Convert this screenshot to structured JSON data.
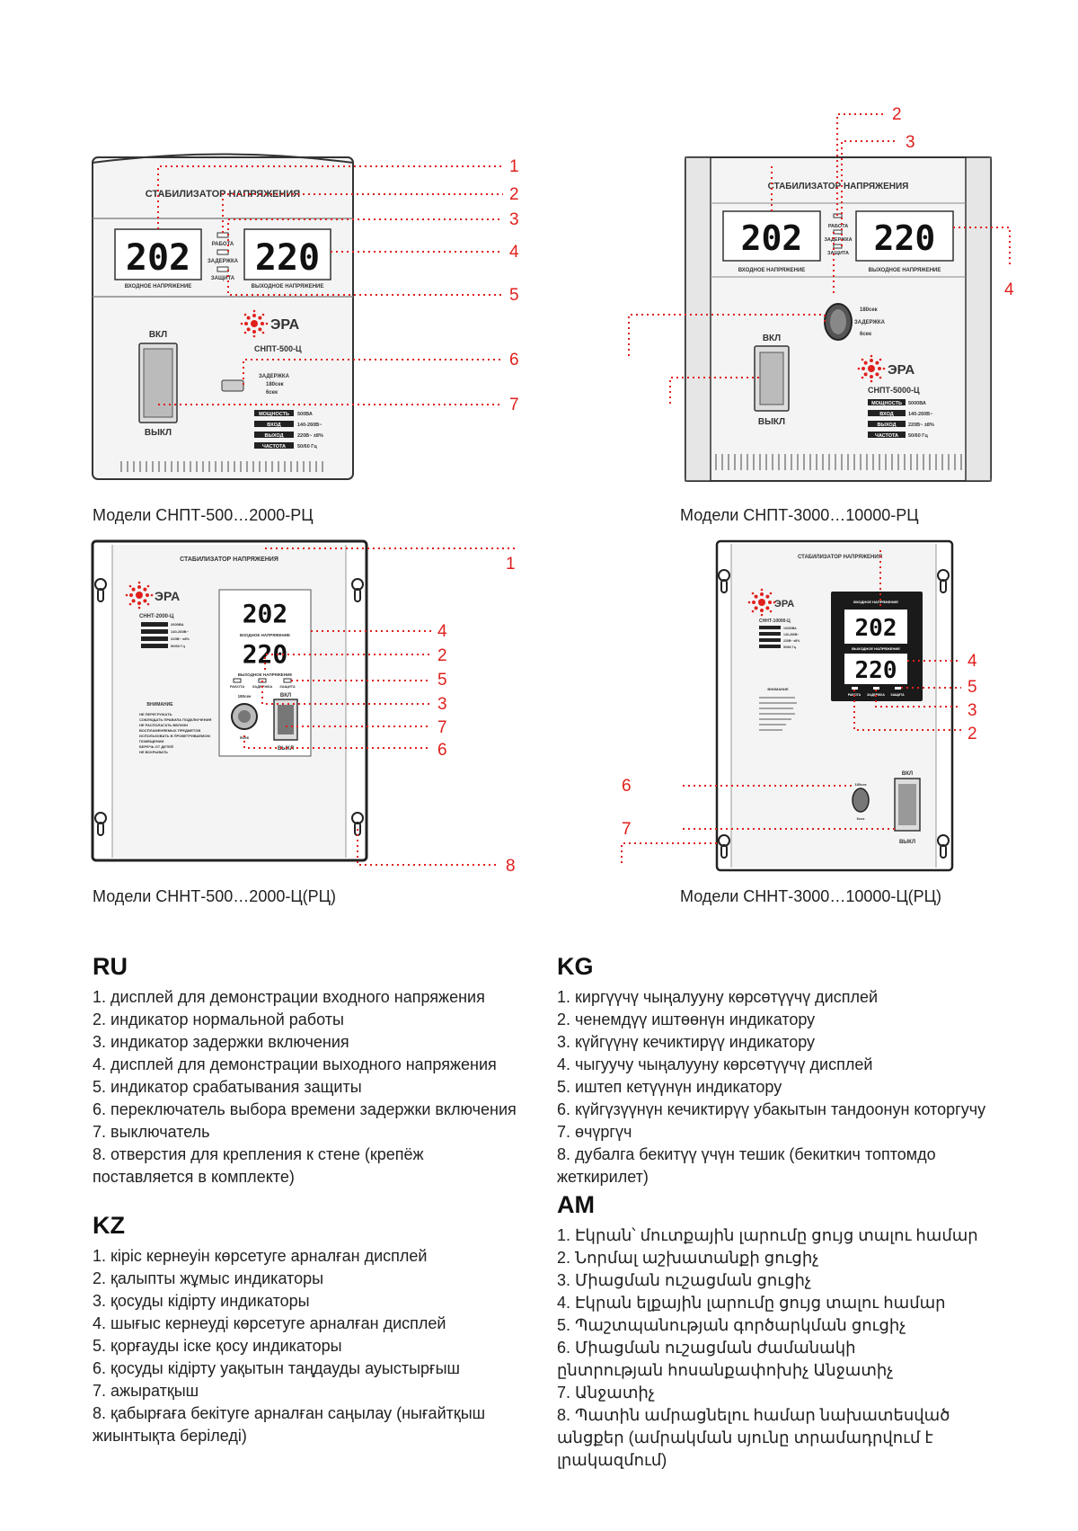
{
  "devices": {
    "d1": {
      "title": "СТАБИЛИЗАТОР НАПРЯЖЕНИЯ",
      "display_in": "202",
      "display_out": "220",
      "label_in": "ВХОДНОЕ НАПРЯЖЕНИЕ",
      "label_out": "ВЫХОДНОЕ НАПРЯЖЕНИЕ",
      "ind_work": "РАБОТА",
      "ind_delay": "ЗАДЕРЖКА",
      "ind_protect": "ЗАЩИТА",
      "brand": "ЭРА",
      "model": "СНПТ-500-Ц",
      "switch_on": "ВКЛ",
      "switch_off": "ВЫКЛ",
      "delay_label": "ЗАДЕРЖКА",
      "delay_long": "180сек",
      "delay_short": "6сек",
      "specs": [
        {
          "k": "МОЩНОСТЬ",
          "v": "500ВА"
        },
        {
          "k": "ВХОД",
          "v": "140-260В~"
        },
        {
          "k": "ВЫХОД",
          "v": "220В~ ±8%"
        },
        {
          "k": "ЧАСТОТА",
          "v": "50/60 Гц"
        }
      ],
      "caption": "Модели СНПТ-500…2000-РЦ"
    },
    "d2": {
      "title": "СТАБИЛИЗАТОР НАПРЯЖЕНИЯ",
      "display_in": "202",
      "display_out": "220",
      "label_in": "ВХОДНОЕ НАПРЯЖЕНИЕ",
      "label_out": "ВЫХОДНОЕ НАПРЯЖЕНИЕ",
      "ind_work": "РАБОТА",
      "ind_delay": "ЗАДЕРЖКА",
      "ind_protect": "ЗАЩИТА",
      "brand": "ЭРА",
      "model": "СНПТ-5000-Ц",
      "switch_on": "ВКЛ",
      "switch_off": "ВЫКЛ",
      "delay_label": "ЗАДЕРЖКА",
      "delay_long": "180сек",
      "delay_short": "6сек",
      "specs": [
        {
          "k": "МОЩНОСТЬ",
          "v": "5000ВА"
        },
        {
          "k": "ВХОД",
          "v": "140-260В~"
        },
        {
          "k": "ВЫХОД",
          "v": "220В~ ±8%"
        },
        {
          "k": "ЧАСТОТА",
          "v": "50/60 Гц"
        }
      ],
      "caption": "Модели СНПТ-3000…10000-РЦ"
    },
    "d3": {
      "title": "СТАБИЛИЗАТОР НАПРЯЖЕНИЯ",
      "display_in": "202",
      "display_out": "220",
      "label_in": "ВХОДНОЕ НАПРЯЖЕНИЕ",
      "label_out": "ВЫХОДНОЕ НАПРЯЖЕНИЕ",
      "ind_work": "РАБОТА",
      "ind_delay": "ЗАДЕРЖКА",
      "ind_protect": "ЗАЩИТА",
      "brand": "ЭРА",
      "model": "СННТ-2000-Ц",
      "switch_on": "ВКЛ",
      "switch_off": "ВЫКЛ",
      "delay_long": "180сек",
      "delay_short": "6сек",
      "warning": "ВНИМАНИЕ",
      "specs": [
        {
          "k": "МОЩНОСТЬ",
          "v": "2000ВА"
        },
        {
          "k": "ВХОД",
          "v": "140-260В~"
        },
        {
          "k": "ВЫХОД",
          "v": "220В~ ±8%"
        },
        {
          "k": "ЧАСТОТА",
          "v": "50/60 Гц"
        }
      ],
      "warnings": [
        "НЕ ПЕРЕГРУЖАТЬ",
        "СОБЛЮДАТЬ ПРАВИЛА ПОДКЛЮЧЕНИЯ",
        "НЕ РАСПОЛАГАТЬ ВБЛИЗИ",
        "ВОСПЛАМЕНЯЕМЫХ ПРЕДМЕТОВ",
        "ИСПОЛЬЗОВАТЬ В ПРОВЕТРИВАЕМОМ",
        "ПОМЕЩЕНИИ",
        "БЕРЕЧЬ ОТ ДЕТЕЙ",
        "НЕ ВСКРЫВАТЬ"
      ],
      "caption": "Модели СННТ-500…2000-Ц(РЦ)"
    },
    "d4": {
      "title": "СТАБИЛИЗАТОР НАПРЯЖЕНИЯ",
      "display_in": "202",
      "display_out": "220",
      "label_in": "ВХОДНОЕ НАПРЯЖЕНИЕ",
      "label_out": "ВЫХОДНОЕ НАПРЯЖЕНИЕ",
      "ind_work": "РАБОТА",
      "ind_delay": "ЗАДЕРЖКА",
      "ind_protect": "ЗАЩИТА",
      "brand": "ЭРА",
      "model": "СННТ-10000-Ц",
      "switch_on": "ВКЛ",
      "switch_off": "ВЫКЛ",
      "delay_long": "180сек",
      "delay_short": "6сек",
      "warning": "ВНИМАНИЕ",
      "specs": [
        {
          "k": "МОЩНОСТЬ",
          "v": "10000ВА"
        },
        {
          "k": "ВХОД",
          "v": "140-260В~"
        },
        {
          "k": "ВЫХОД",
          "v": "220В~ ±8%"
        },
        {
          "k": "ЧАСТОТА",
          "v": "50/60 Гц"
        }
      ],
      "caption": "Модели СННТ-3000…10000-Ц(РЦ)"
    }
  },
  "callouts": {
    "d1": [
      "1",
      "2",
      "3",
      "4",
      "5",
      "6",
      "7"
    ],
    "d2": [
      "2",
      "3",
      "4"
    ],
    "d3": [
      "1",
      "4",
      "2",
      "5",
      "3",
      "7",
      "6",
      "8"
    ],
    "d4": [
      "4",
      "5",
      "3",
      "2",
      "6",
      "7"
    ]
  },
  "legends": {
    "ru": {
      "code": "RU",
      "items": [
        "1. дисплей для демонстрации входного напряжения",
        "2. индикатор нормальной работы",
        "3. индикатор задержки включения",
        "4. дисплей для демонстрации выходного напряжения",
        "5. индикатор срабатывания защиты",
        "6. переключатель выбора времени задержки включения",
        "7. выключатель",
        "8. отверстия для крепления к стене (крепёж поставляется в комплекте)"
      ]
    },
    "kz": {
      "code": "KZ",
      "items": [
        "1. кіріс кернеуін көрсетуге арналған дисплей",
        "2. қалыпты жұмыс индикаторы",
        "3. қосуды кідірту индикаторы",
        "4. шығыс кернеуді көрсетуге арналған дисплей",
        "5. қорғауды іске қосу индикаторы",
        "6. қосуды кідірту уақытын таңдауды ауыстырғыш",
        "7. ажыратқыш",
        "8. қабырғаға бекітуге арналған саңылау (нығайтқыш жиынтықта беріледі)"
      ]
    },
    "kg": {
      "code": "KG",
      "items": [
        "1. киргүүчү чыңалууну көрсөтүүчү дисплей",
        "2. ченемдүү иштөөнүн индикатору",
        "3. күйгүүнү кечиктирүү индикатору",
        "4. чыгуучу чыңалууну көрсөтүүчү дисплей",
        "5. иштеп кетүүнүн индикатору",
        "6. күйгүзүүнүн кечиктирүү убакытын тандоонун которгучу",
        "7. өчүргүч",
        "8. дубалга бекитүү үчүн тешик (бекиткич топтомдо жеткирилет)"
      ]
    },
    "am": {
      "code": "AM",
      "items": [
        "1. Էկրան՝ մուտքային լարումը ցույց տալու համար",
        "2. Նորմալ աշխատանքի ցուցիչ",
        "3. Միացման ուշացման ցուցիչ",
        "4. Էկրան ելքային լարումը ցույց տալու համար",
        "5. Պաշտպանության գործարկման ցուցիչ",
        "6. Միացման ուշացման ժամանակի ընտրության հոսանքափոխիչ Անջատիչ",
        "7. Անջատիչ",
        "8. Պատին ամրացնելու համար նախատեսված անցքեր (ամրակման սյունը տրամադրվում է լրակազմում)"
      ]
    }
  }
}
